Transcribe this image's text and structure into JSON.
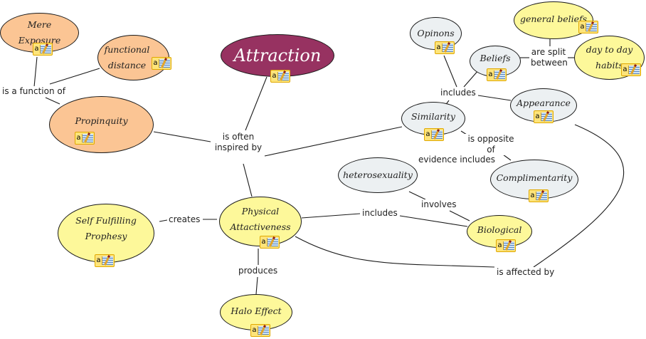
{
  "concepts": {
    "mere_exposure": "Mere Exposure",
    "functional_distance": "functional distance",
    "propinquity": "Propinquity",
    "attraction": "Attraction",
    "opinons": "Opinons",
    "beliefs": "Beliefs",
    "general_beliefs": "general beliefs",
    "day_to_day_habits": "day to day habits",
    "similarity": "Similarity",
    "appearance": "Appearance",
    "heterosexuality": "heterosexuality",
    "complimentarity": "Complimentarity",
    "physical_attractiveness": "Physical Attactiveness",
    "self_fulfilling_prophesy": "Self Fulfilling Prophesy",
    "biological": "Biological",
    "halo_effect": "Halo Effect"
  },
  "links": {
    "is_a_function_of": "is a function of",
    "is_often_inspired_by": "is often inspired by",
    "are_split_between": "are split between",
    "includes_top": "includes",
    "is_opposite_of": "is opposite of",
    "evidence_includes": "evidence includes",
    "involves": "involves",
    "includes_mid": "includes",
    "creates": "creates",
    "produces": "produces",
    "is_affected_by": "is affected by"
  },
  "note_icon": {
    "glyph": "a",
    "name": "annotation-note-icon"
  },
  "colors": {
    "orange_node": "#fbc594",
    "yellow_node": "#fdf89a",
    "grey_node": "#ecf0f2",
    "root_node": "#973261"
  }
}
